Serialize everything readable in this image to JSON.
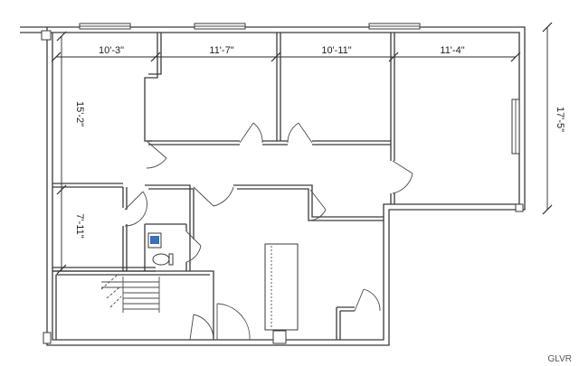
{
  "plan": {
    "dimensions": {
      "top": [
        "10'-3\"",
        "11'-7\"",
        "10'-11\"",
        "11'-4\""
      ],
      "left_upper": "15'-2\"",
      "left_lower": "7'-11\"",
      "right": "17'-5\""
    },
    "watermark": "GLVR",
    "colors": {
      "line": "#3a3a3a",
      "background": "#ffffff",
      "sink": "#3b6fb6"
    }
  }
}
